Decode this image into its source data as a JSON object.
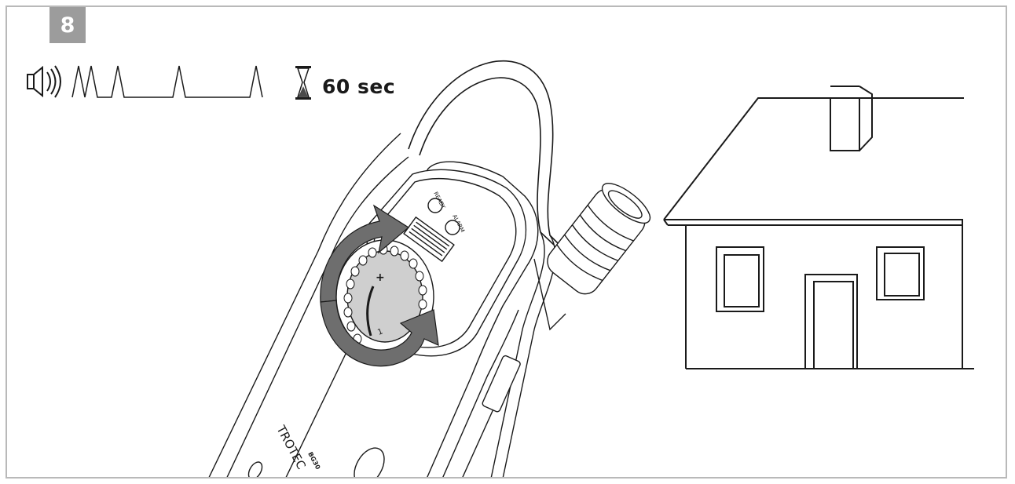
{
  "step": {
    "number": "8"
  },
  "timer": {
    "icon": "hourglass-icon",
    "label": "60 sec"
  },
  "sound": {
    "icon": "speaker-icon",
    "signal": "beep-pulse-waveform"
  },
  "device": {
    "brand": "TROTEC",
    "model": "BG30",
    "indicators": {
      "ready": "READY",
      "alarm": "ALARM"
    },
    "dial_marks": {
      "plus": "+",
      "one": "1"
    }
  },
  "colors": {
    "badge": "#9c9c9c",
    "arrow": "#6e6e6e",
    "frame": "#b9b9b9",
    "line": "#1a1a1a"
  }
}
